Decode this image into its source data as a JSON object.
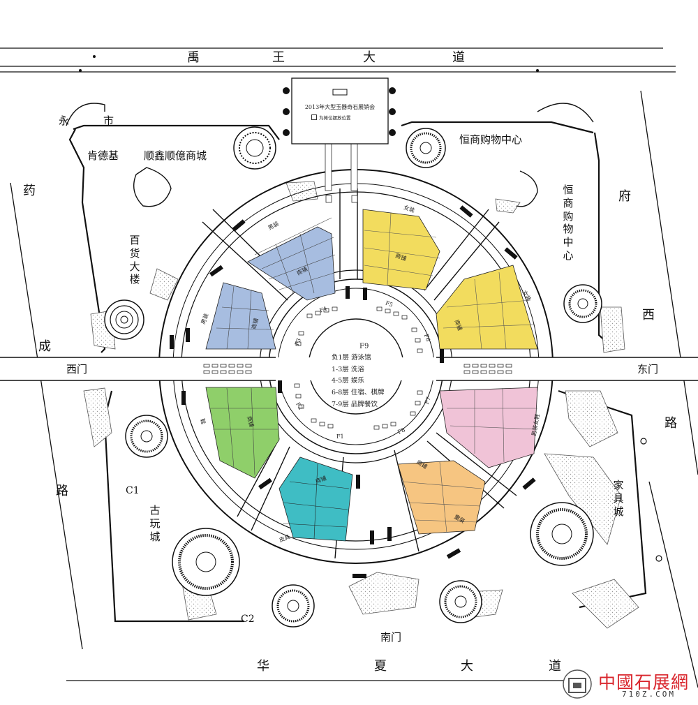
{
  "roads": {
    "north": [
      "禹",
      "王",
      "大",
      "道"
    ],
    "south": [
      "华",
      "夏",
      "大",
      "道"
    ],
    "west_top": "药",
    "west_mid": "成",
    "west_bottom": "路",
    "east_top": "府",
    "east_mid": "西",
    "east_bottom": "路"
  },
  "gates": {
    "west": "西门",
    "east": "东门",
    "south": "南门"
  },
  "buildings": {
    "yongfeng": "永",
    "yongfeng_tail": "市",
    "kfc": "肯德基",
    "shunxin": "顺鑫顺億商城",
    "hengshang_top": "恒商购物中心",
    "hengshang_vertical": "恒商购物中心",
    "baihuo": "百货大楼",
    "guwan": "古玩城",
    "jiaju": "家具城",
    "c1": "C1",
    "c2": "C2"
  },
  "expo": {
    "title": "2013年大型玉器奇石展销会",
    "note": "为摊位摆放位置"
  },
  "sectors": {
    "north_west": "男装",
    "north_west_sub": "商铺",
    "west_upper": "男装",
    "west_upper_sub": "商铺",
    "north_east": "女装",
    "north_east_sub": "商铺",
    "east_upper": "女装",
    "east_upper_sub": "商铺",
    "east_lower": "男装女鞋",
    "west_lower": "鞋",
    "west_lower_sub": "商铺",
    "south_west": "皮具",
    "south_west_sub": "商铺",
    "south_east": "童装",
    "south_east_sub": "商铺"
  },
  "floors": {
    "f1": "F1",
    "f2": "F2",
    "f3": "F3",
    "f4": "F4",
    "f5": "F5",
    "f6": "F6",
    "f7": "F7",
    "f8": "F8",
    "f9": "F9"
  },
  "legend": [
    "负1层  游泳馆",
    "1-3层  洗浴",
    "4-5层  娱乐",
    "6-8层  住宿、棋牌",
    "7-9层  品牌餐饮"
  ],
  "logo": {
    "name": "中國石展網",
    "domain": "710Z.COM"
  },
  "colors": {
    "blue": "#a7bde0",
    "yellow": "#f2dc5e",
    "pink": "#f0c3d7",
    "green": "#8fcf6a",
    "cyan": "#3fbdc4",
    "orange": "#f6c581",
    "gray_texture": "#d9d9d9",
    "logo_red": "#d9262d"
  },
  "icons": [
    "spiral-tower-icon",
    "car-icon",
    "tree-icon",
    "logo-mark-icon"
  ]
}
